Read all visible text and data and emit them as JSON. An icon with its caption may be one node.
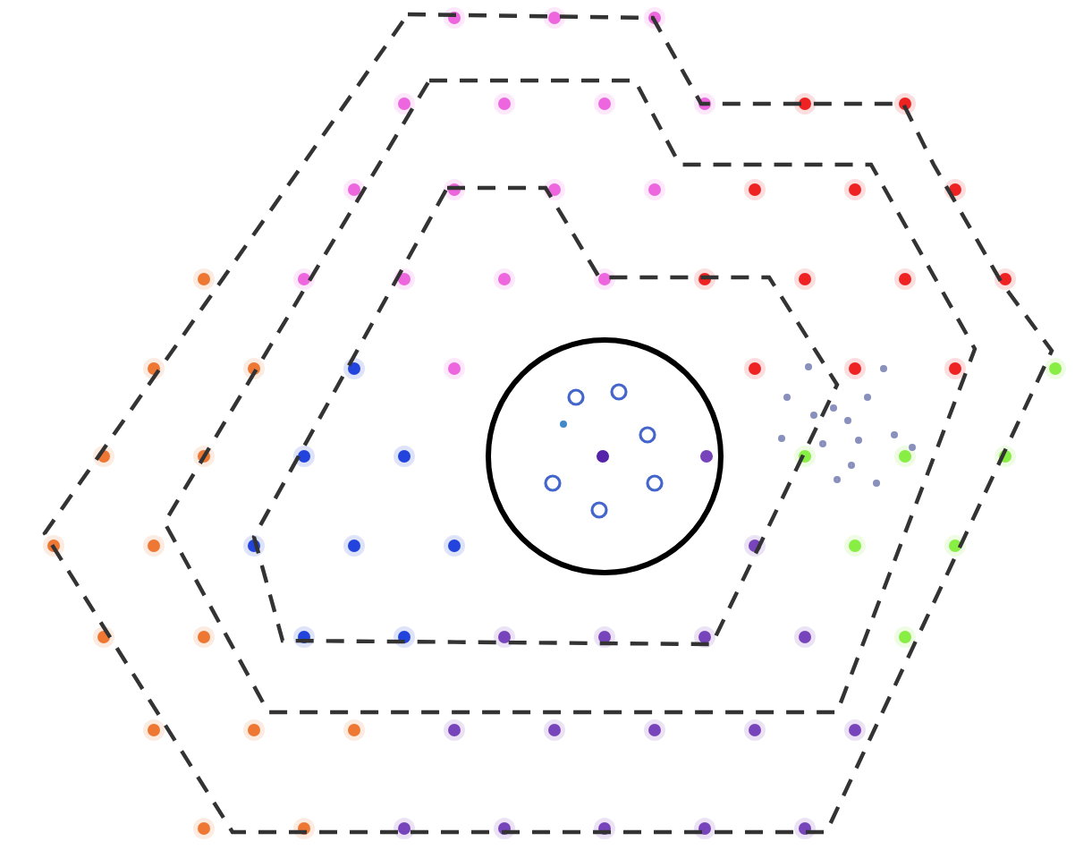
{
  "diagram": {
    "nodes": [
      {
        "text": [],
        "shape": "polygon"
      },
      {
        "text": [],
        "shape": "polygon",
        "in": 0
      },
      {
        "text": [],
        "shape": "polygon",
        "in": 1
      },
      {
        "text": [],
        "shape": "circle",
        "in": 2
      }
    ]
  }
}
